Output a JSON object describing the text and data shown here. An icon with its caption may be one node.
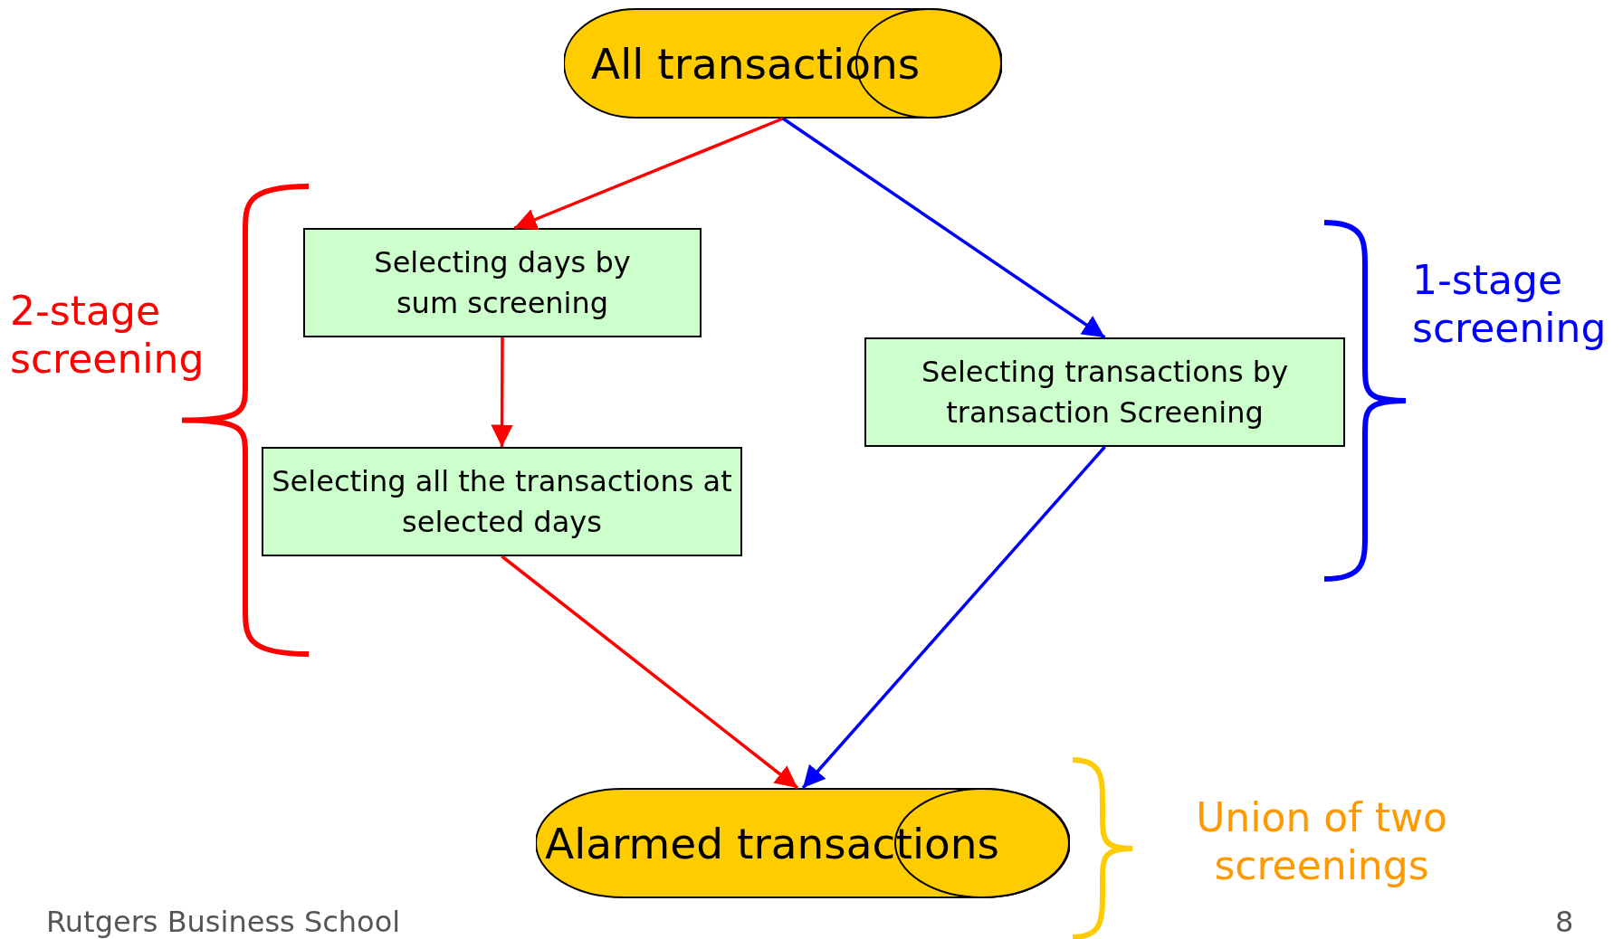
{
  "diagram": {
    "nodes": [
      {
        "text": [
          "All transactions"
        ]
      },
      {
        "text": [
          "Selecting days by sum screening"
        ]
      },
      {
        "text": [
          "Selecting all the transactions at selected days"
        ]
      },
      {
        "text": [
          "Selecting transactions by transaction Screening"
        ]
      },
      {
        "text": [
          "Alarmed transactions"
        ]
      }
    ],
    "edges": [
      {
        "from": 0,
        "to": 1,
        "arrow": "to"
      },
      {
        "from": 1,
        "to": 2,
        "arrow": "to"
      },
      {
        "from": 0,
        "to": 3,
        "arrow": "to",
        "color": "#0000ff"
      },
      {
        "from": 2,
        "to": 4,
        "arrow": "to"
      },
      {
        "from": 3,
        "to": 4,
        "arrow": "to",
        "color": "#0000ff"
      }
    ],
    "labels": [
      "2-stage screening",
      "1-stage screening",
      "Union of two screenings",
      "Rutgers Business School",
      "8"
    ]
  }
}
